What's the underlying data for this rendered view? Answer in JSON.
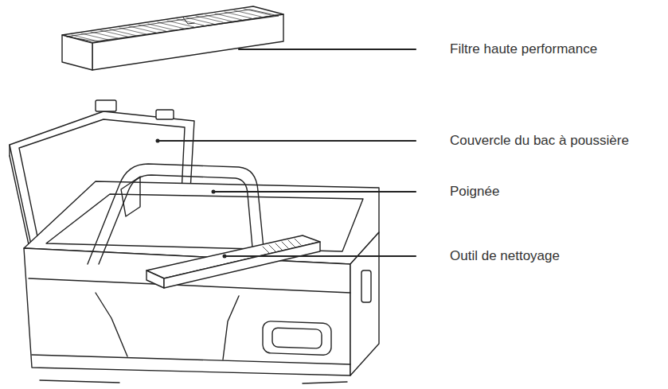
{
  "diagram": {
    "labels": [
      "Filtre haute performance",
      "Couvercle du bac à poussière",
      "Poignée",
      "Outil de nettoyage"
    ]
  }
}
